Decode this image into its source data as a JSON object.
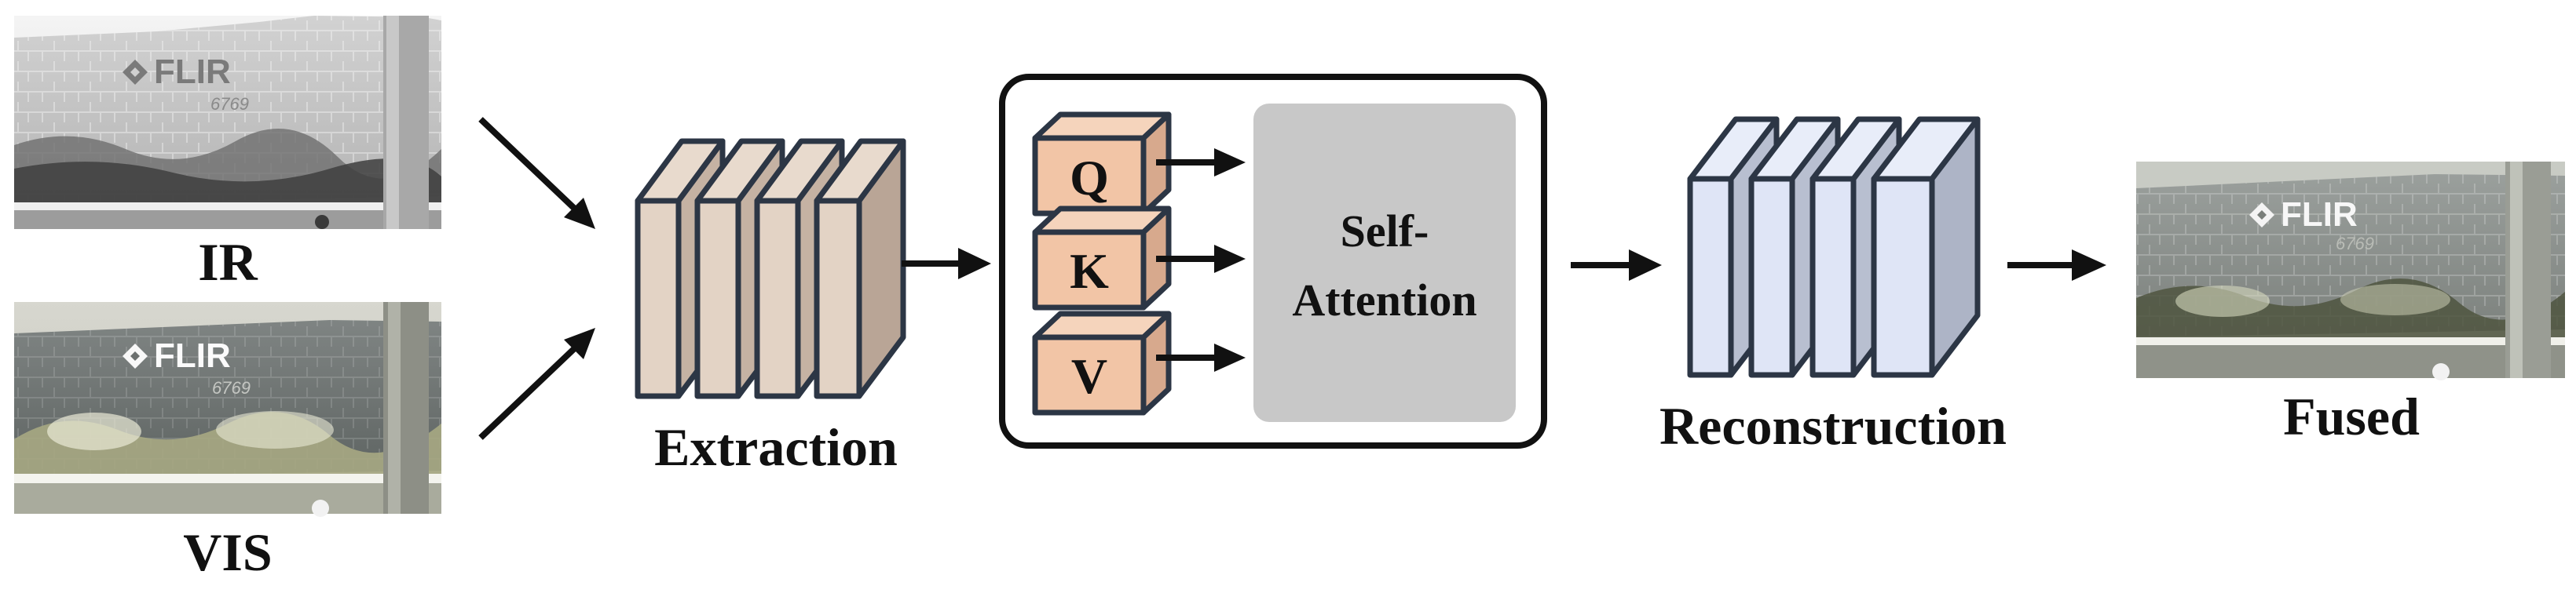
{
  "inputs": {
    "ir_label": "IR",
    "vis_label": "VIS"
  },
  "images": {
    "logo_text": "FLIR",
    "number_text": "6769"
  },
  "stages": {
    "extraction": "Extraction",
    "reconstruction": "Reconstruction",
    "fused": "Fused"
  },
  "attention": {
    "q": "Q",
    "k": "K",
    "v": "V",
    "title_line1": "Self-",
    "title_line2": "Attention"
  },
  "colors": {
    "extraction_fill": "#e3d3c5",
    "extraction_side": "#c5b2a3",
    "qkv_fill": "#f2c5a6",
    "qkv_side": "#d7a98d",
    "attention_fill": "#c8c8c8",
    "reconstruction_fill": "#dfe5f6",
    "reconstruction_side": "#b8bfd0",
    "outline": "#2c3645",
    "arrow": "#111111"
  }
}
